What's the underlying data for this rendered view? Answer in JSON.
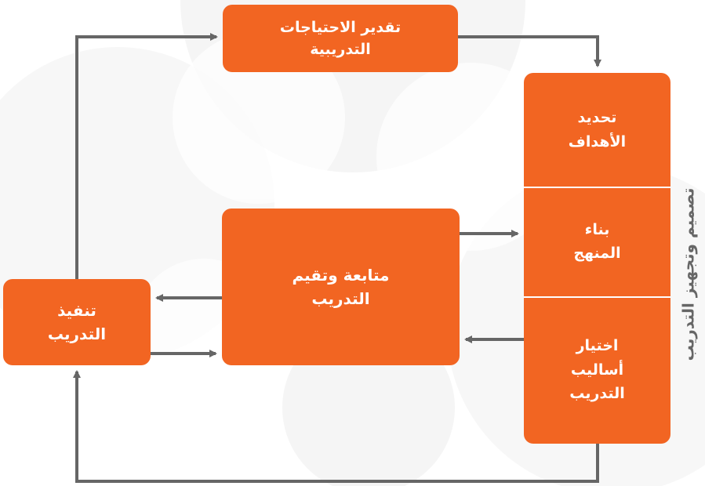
{
  "boxes": {
    "needs": "تقدير الاحتياجات\nالتدريبية",
    "monitor": "متابعة وتقيم\nالتدريب",
    "implement": "تنفيذ\nالتدريب"
  },
  "design_group": {
    "side_label": "تصميم وتجهيز التدريب",
    "items": [
      "تحديد\nالأهداف",
      "بناء\nالمنهج",
      "اختيار\nأساليب\nالتدريب"
    ]
  },
  "colors": {
    "box": "#f26522",
    "arrow": "#666666",
    "side_label": "#666666"
  }
}
